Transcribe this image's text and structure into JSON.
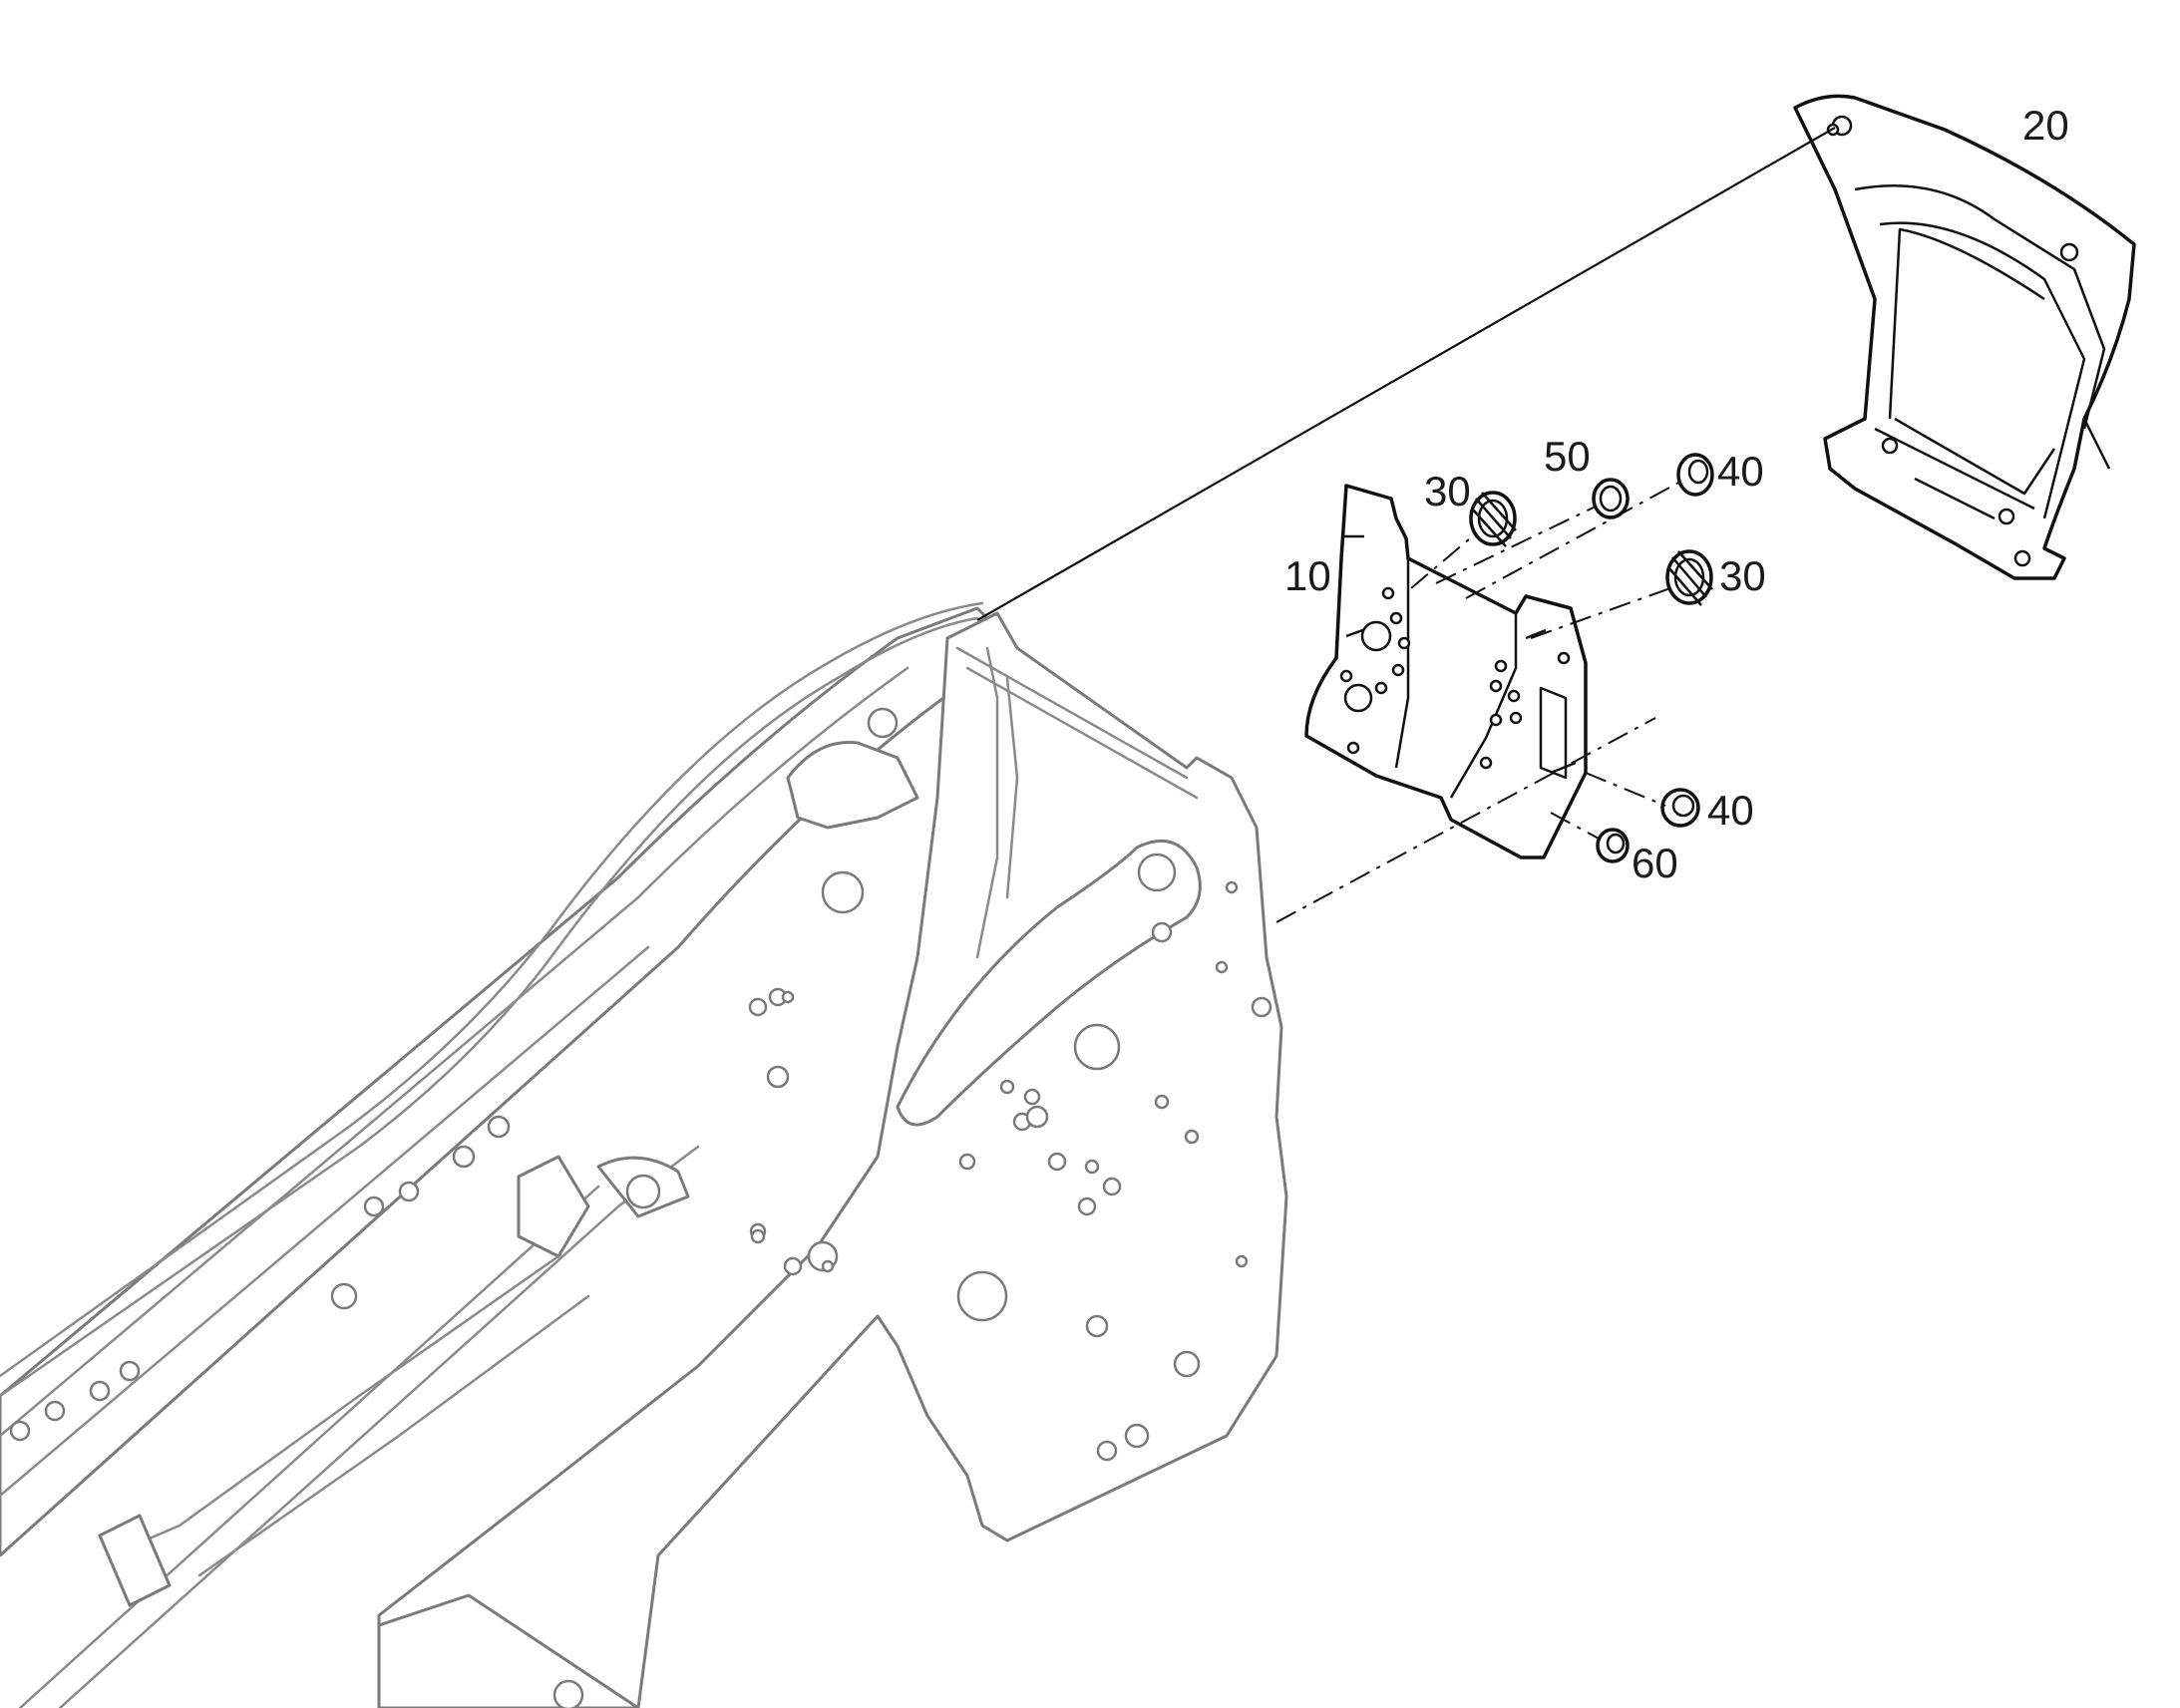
{
  "diagram": {
    "callouts": [
      {
        "id": "c20",
        "label": "20"
      },
      {
        "id": "c30a",
        "label": "30"
      },
      {
        "id": "c50",
        "label": "50"
      },
      {
        "id": "c40a",
        "label": "40"
      },
      {
        "id": "c10",
        "label": "10"
      },
      {
        "id": "c30b",
        "label": "30"
      },
      {
        "id": "c40b",
        "label": "40"
      },
      {
        "id": "c60",
        "label": "60"
      }
    ]
  }
}
